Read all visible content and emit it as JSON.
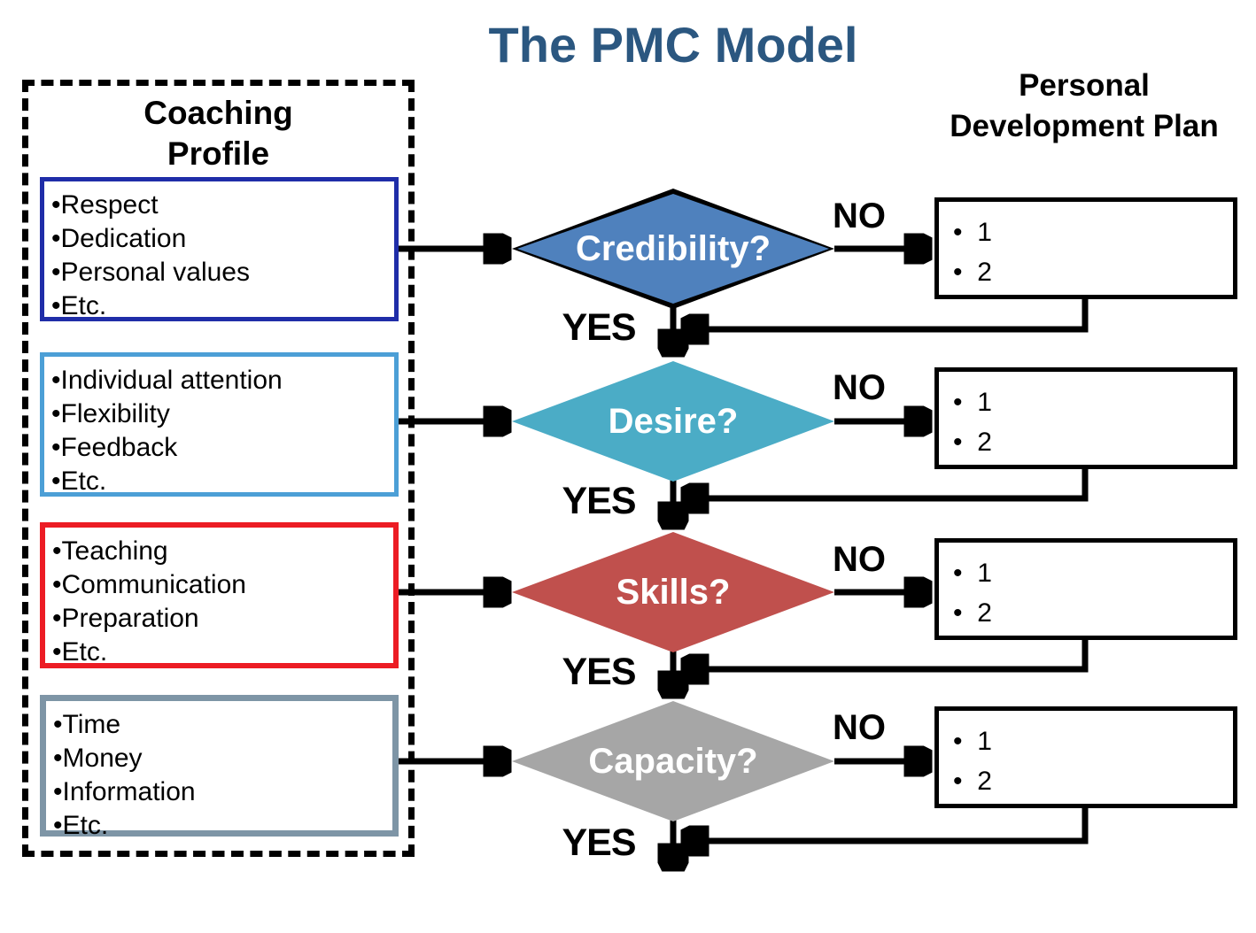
{
  "title": "The PMC Model",
  "labels": {
    "yes": "YES",
    "no": "NO"
  },
  "coaching_profile": {
    "title": "Coaching Profile",
    "boxes": [
      {
        "items": [
          "Respect",
          "Dedication",
          "Personal values",
          "Etc."
        ]
      },
      {
        "items": [
          "Individual attention",
          "Flexibility",
          "Feedback",
          "Etc."
        ]
      },
      {
        "items": [
          "Teaching",
          "Communication",
          "Preparation",
          "Etc."
        ]
      },
      {
        "items": [
          "Time",
          "Money",
          "Information",
          "Etc."
        ]
      }
    ]
  },
  "decisions": [
    {
      "label": "Credibility?"
    },
    {
      "label": "Desire?"
    },
    {
      "label": "Skills?"
    },
    {
      "label": "Capacity?"
    }
  ],
  "personal_development_plan": {
    "title": "Personal Development Plan",
    "boxes": [
      {
        "items": [
          "1",
          "2"
        ]
      },
      {
        "items": [
          "1",
          "2"
        ]
      },
      {
        "items": [
          "1",
          "2"
        ]
      },
      {
        "items": [
          "1",
          "2"
        ]
      }
    ]
  },
  "colors": {
    "title_text": "#2B5780",
    "profile_box_borders": [
      "#1F2DA8",
      "#4C9FD6",
      "#EC1C24",
      "#7E95A6"
    ],
    "diamond_fills": [
      "#4F81BD",
      "#4BACC6",
      "#C0504D",
      "#A6A6A6"
    ],
    "diamond_text": "#FFFFFF",
    "connector": "#000000"
  }
}
